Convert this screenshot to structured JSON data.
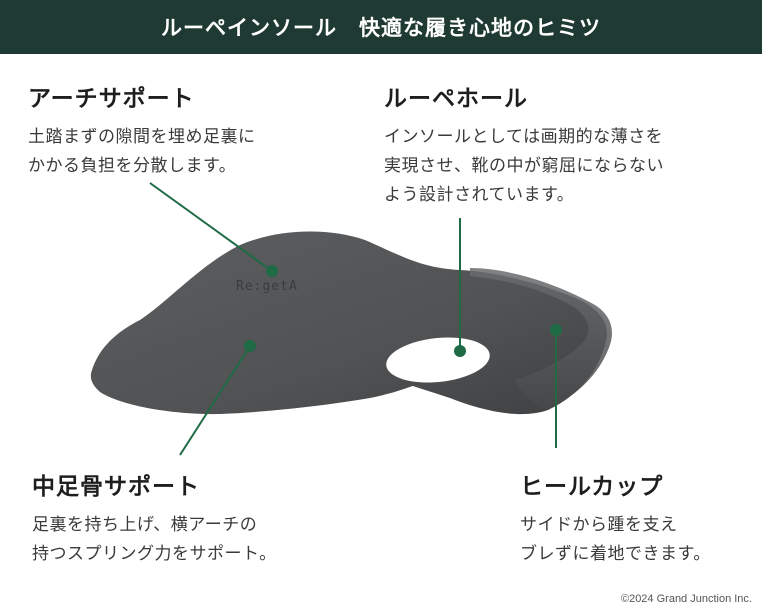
{
  "header": {
    "title_part1": "ルーペインソール",
    "title_part2": "快適な履き心地のヒミツ"
  },
  "colors": {
    "header_bg": "#1f3a32",
    "accent_green": "#1e6b45",
    "insole_gray": "#555759"
  },
  "features": {
    "arch": {
      "title": "アーチサポート",
      "text": "土踏まずの隙間を埋め足裏に\nかかる負担を分散します。"
    },
    "hole": {
      "title": "ルーペホール",
      "text": "インソールとしては画期的な薄さを\n実現させ、靴の中が窮屈にならない\nよう設計されています。"
    },
    "midfoot": {
      "title": "中足骨サポート",
      "text": "足裏を持ち上げ、横アーチの\n持つスプリング力をサポート。"
    },
    "heel": {
      "title": "ヒールカップ",
      "text": "サイドから踵を支え\nブレずに着地できます。"
    }
  },
  "product_logo": "Re:getA",
  "footer": {
    "copyright": "©2024 Grand Junction Inc."
  }
}
